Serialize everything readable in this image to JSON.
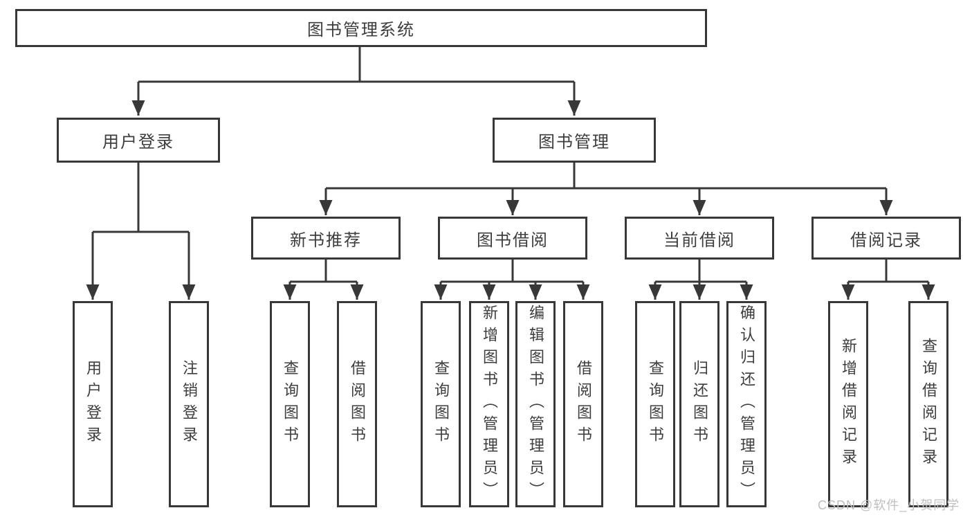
{
  "diagram": {
    "root": {
      "label": "图书管理系统"
    },
    "branches": [
      {
        "label": "用户登录",
        "children": [
          {
            "label": "用户登录"
          },
          {
            "label": "注销登录"
          }
        ]
      },
      {
        "label": "图书管理",
        "children": [
          {
            "label": "新书推荐",
            "children": [
              {
                "label": "查询图书"
              },
              {
                "label": "借阅图书"
              }
            ]
          },
          {
            "label": "图书借阅",
            "children": [
              {
                "label": "查询图书"
              },
              {
                "label": "新增图书（管理员）"
              },
              {
                "label": "编辑图书（管理员）"
              },
              {
                "label": "借阅图书"
              }
            ]
          },
          {
            "label": "当前借阅",
            "children": [
              {
                "label": "查询图书"
              },
              {
                "label": "归还图书"
              },
              {
                "label": "确认归还（管理员）"
              }
            ]
          },
          {
            "label": "借阅记录",
            "children": [
              {
                "label": "新增借阅记录"
              },
              {
                "label": "查询借阅记录"
              }
            ]
          }
        ]
      }
    ]
  },
  "watermark": {
    "text": "CSDN @软件_小贺同学"
  },
  "colors": {
    "line": "#383838",
    "text": "#3d3d3d",
    "box_fill": "#ffffff",
    "watermark": "#bfbfbf",
    "background": "#ffffff"
  }
}
